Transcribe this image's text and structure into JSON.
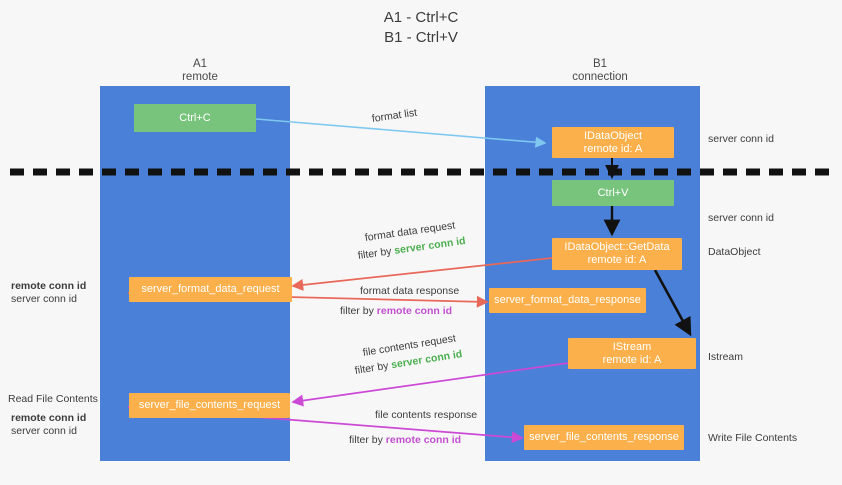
{
  "title": {
    "line1": "A1 - Ctrl+C",
    "line2": "B1 - Ctrl+V"
  },
  "colors": {
    "lane": "#4a80d8",
    "green_box": "#79c47d",
    "orange_box": "#fbb04b",
    "server_conn_id": "#4caf50",
    "remote_conn_id": "#c24fd0",
    "arrow_format_list": "#7ec8ef",
    "arrow_format_data": "#e8685a",
    "arrow_file_contents": "#cc49d6",
    "arrow_black": "#111111",
    "background": "#f7f7f7"
  },
  "columns": [
    {
      "name": "A1",
      "sub": "remote"
    },
    {
      "name": "B1",
      "sub": "connection"
    }
  ],
  "boxes": {
    "ctrl_c": "Ctrl+C",
    "ctrl_v": "Ctrl+V",
    "idataobject": {
      "line1": "IDataObject",
      "line2": "remote id: A"
    },
    "getdata": {
      "line1": "IDataObject::GetData",
      "line2": "remote id: A"
    },
    "istream": {
      "line1": "IStream",
      "line2": "remote id: A"
    },
    "server_format_data_request": "server_format_data_request",
    "server_format_data_response": "server_format_data_response",
    "server_file_contents_request": "server_file_contents_request",
    "server_file_contents_response": "server_file_contents_response"
  },
  "arrow_labels": {
    "format_list": "format list",
    "format_data_request": "format data request",
    "format_data_request_filter_prefix": "filter by ",
    "format_data_request_filter_value": "server conn id",
    "format_data_response": "format data response",
    "format_data_response_filter_prefix": "filter by ",
    "format_data_response_filter_value": "remote conn id",
    "file_contents_request": "file contents request",
    "file_contents_request_filter_prefix": "filter by ",
    "file_contents_request_filter_value": "server conn id",
    "file_contents_response": "file contents response",
    "file_contents_response_filter_prefix": "filter by ",
    "file_contents_response_filter_value": "remote conn id"
  },
  "right_labels": {
    "server_conn_id_top": "server conn id",
    "server_conn_id_mid": "server conn id",
    "dataobject": "DataObject",
    "istream": "Istream",
    "write_file_contents": "Write File Contents"
  },
  "left_labels": {
    "remote_conn_id_1": "remote conn id",
    "server_conn_id_1": "server conn id",
    "read_file_contents": "Read File Contents",
    "remote_conn_id_2": "remote conn id",
    "server_conn_id_2": "server conn id"
  }
}
